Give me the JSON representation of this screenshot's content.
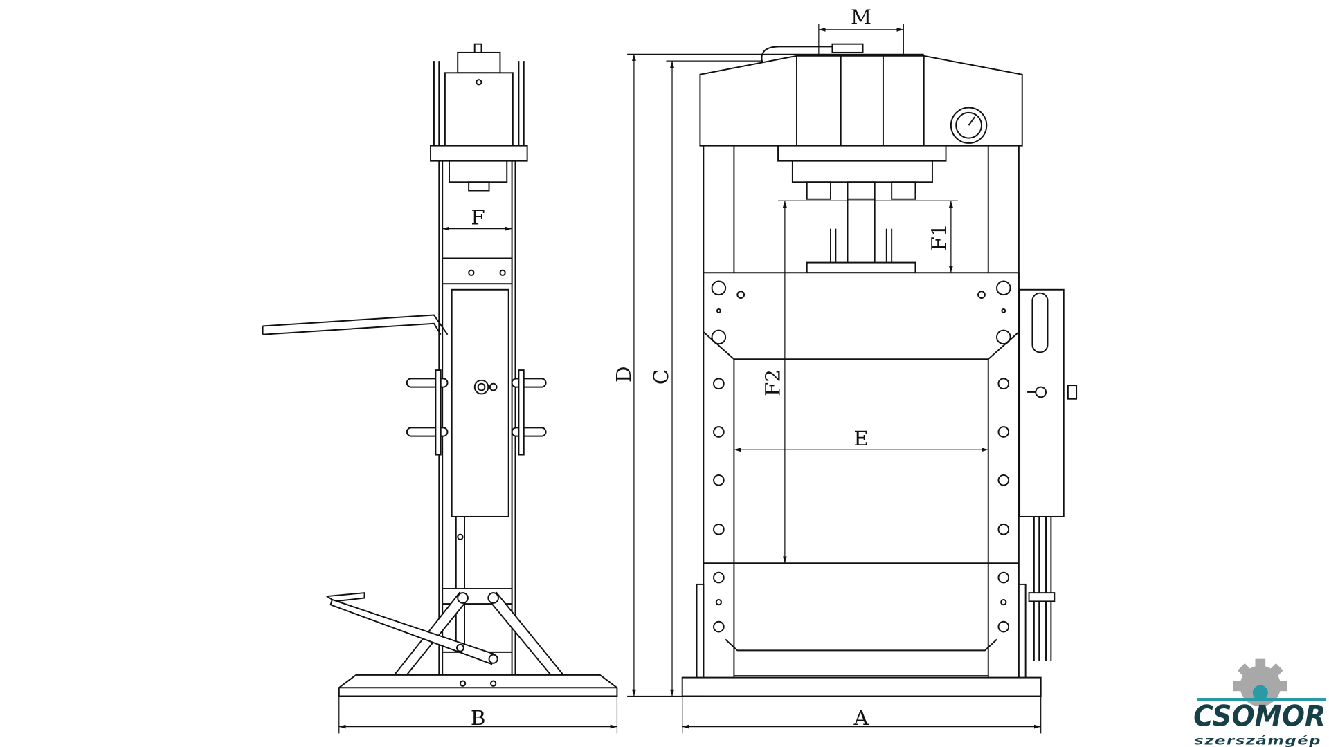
{
  "diagram": {
    "title_hidden": null,
    "dimensions": {
      "A": "A",
      "B": "B",
      "C": "C",
      "D": "D",
      "E": "E",
      "F": "F",
      "F1": "F1",
      "F2": "F2",
      "M": "M"
    }
  },
  "logo": {
    "name": "CSOMOR",
    "tagline": "szerszámgép",
    "colors": {
      "text": "#173f48",
      "accent": "#2a9aa6",
      "gear": "#a8a8a8"
    }
  }
}
